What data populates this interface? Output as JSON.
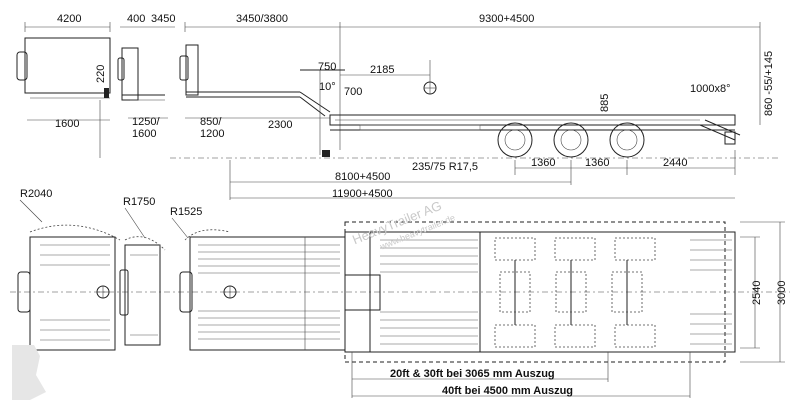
{
  "dimensions": {
    "d4200": "4200",
    "d400": "400",
    "d3450": "3450",
    "d3450_3800": "3450/3800",
    "d9300_4500": "9300+4500",
    "d220": "220",
    "d1600": "1600",
    "d1250_1600_a": "1250/",
    "d1250_1600_b": "1600",
    "d850_1200_a": "850/",
    "d850_1200_b": "1200",
    "d2300": "2300",
    "d750": "750",
    "d10deg": "10°",
    "d700": "700",
    "d2185": "2185",
    "d885": "885",
    "d1000x8": "1000x8°",
    "d860_55_145": "860  -55/+145",
    "tyre": "235/75 R17,5",
    "d1360a": "1360",
    "d1360b": "1360",
    "d2440": "2440",
    "d8100_4500": "8100+4500",
    "d11900_4500": "11900+4500",
    "r2040": "R2040",
    "r1750": "R1750",
    "r1525": "R1525",
    "d2540": "2540",
    "d3000": "3000",
    "container_20_30": "20ft & 30ft bei 3065 mm Auszug",
    "container_40": "40ft bei 4500 mm Auszug"
  },
  "watermark": {
    "line1": "HeavyTrailer AG",
    "line2": "www.heavytrailer.de"
  },
  "colors": {
    "line": "#222222",
    "watermark": "#c9c9c9",
    "background": "#ffffff"
  }
}
